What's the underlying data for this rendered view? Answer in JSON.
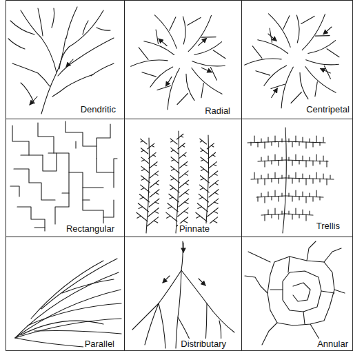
{
  "diagram": {
    "nodes": [
      {
        "text": [
          "Dendritic"
        ]
      },
      {
        "text": [
          "Radial"
        ]
      },
      {
        "text": [
          "Centripetal"
        ]
      },
      {
        "text": [
          "Rectangular"
        ]
      },
      {
        "text": [
          "Pinnate"
        ]
      },
      {
        "text": [
          "Trellis"
        ]
      },
      {
        "text": [
          "Parallel"
        ]
      },
      {
        "text": [
          "Distributary"
        ]
      },
      {
        "text": [
          "Annular"
        ]
      }
    ]
  }
}
